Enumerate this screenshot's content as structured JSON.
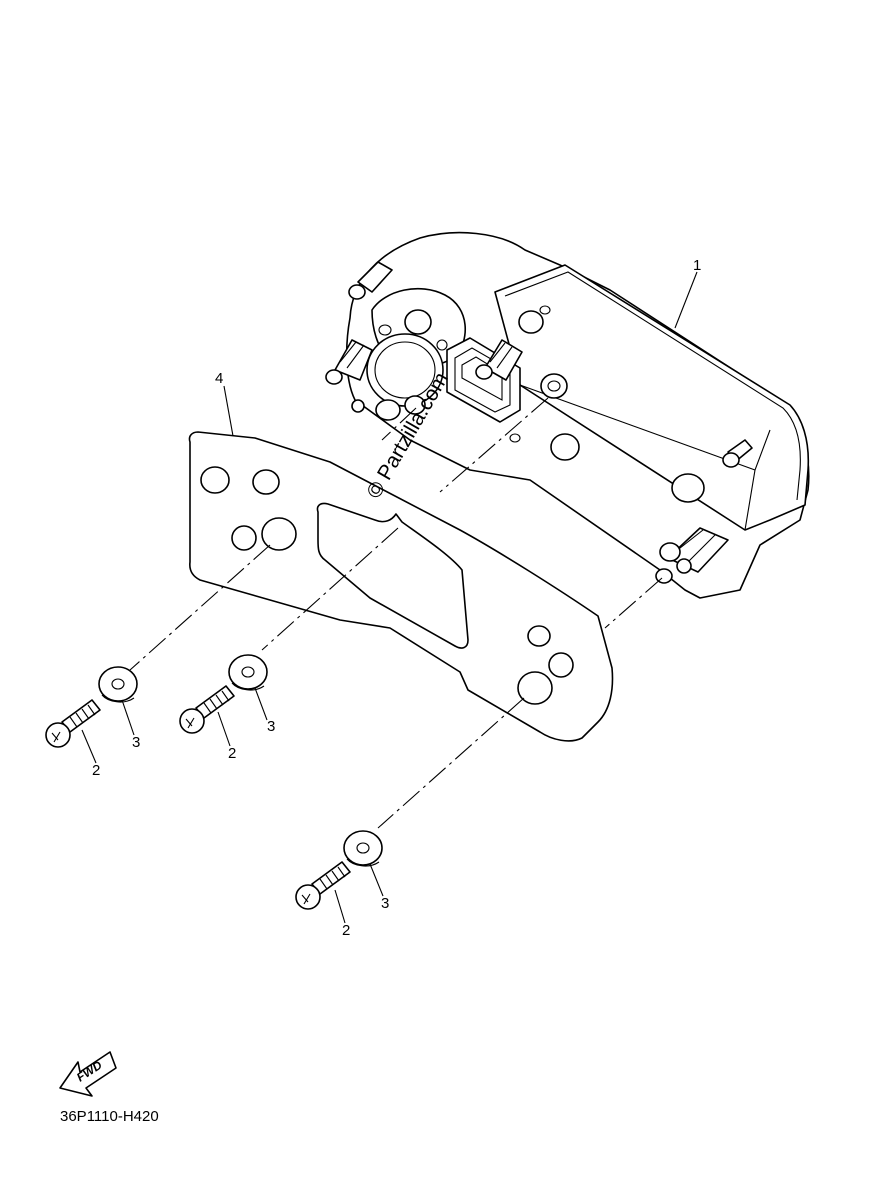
{
  "diagram": {
    "part_code": "36P1110-H420",
    "watermark": "© Partzilla.com",
    "fwd_label": "FWD",
    "callouts": {
      "meter_assembly": "1",
      "screw_a": "2",
      "screw_b": "2",
      "screw_c": "2",
      "washer_a": "3",
      "washer_b": "3",
      "washer_c": "3",
      "bracket": "4"
    }
  }
}
